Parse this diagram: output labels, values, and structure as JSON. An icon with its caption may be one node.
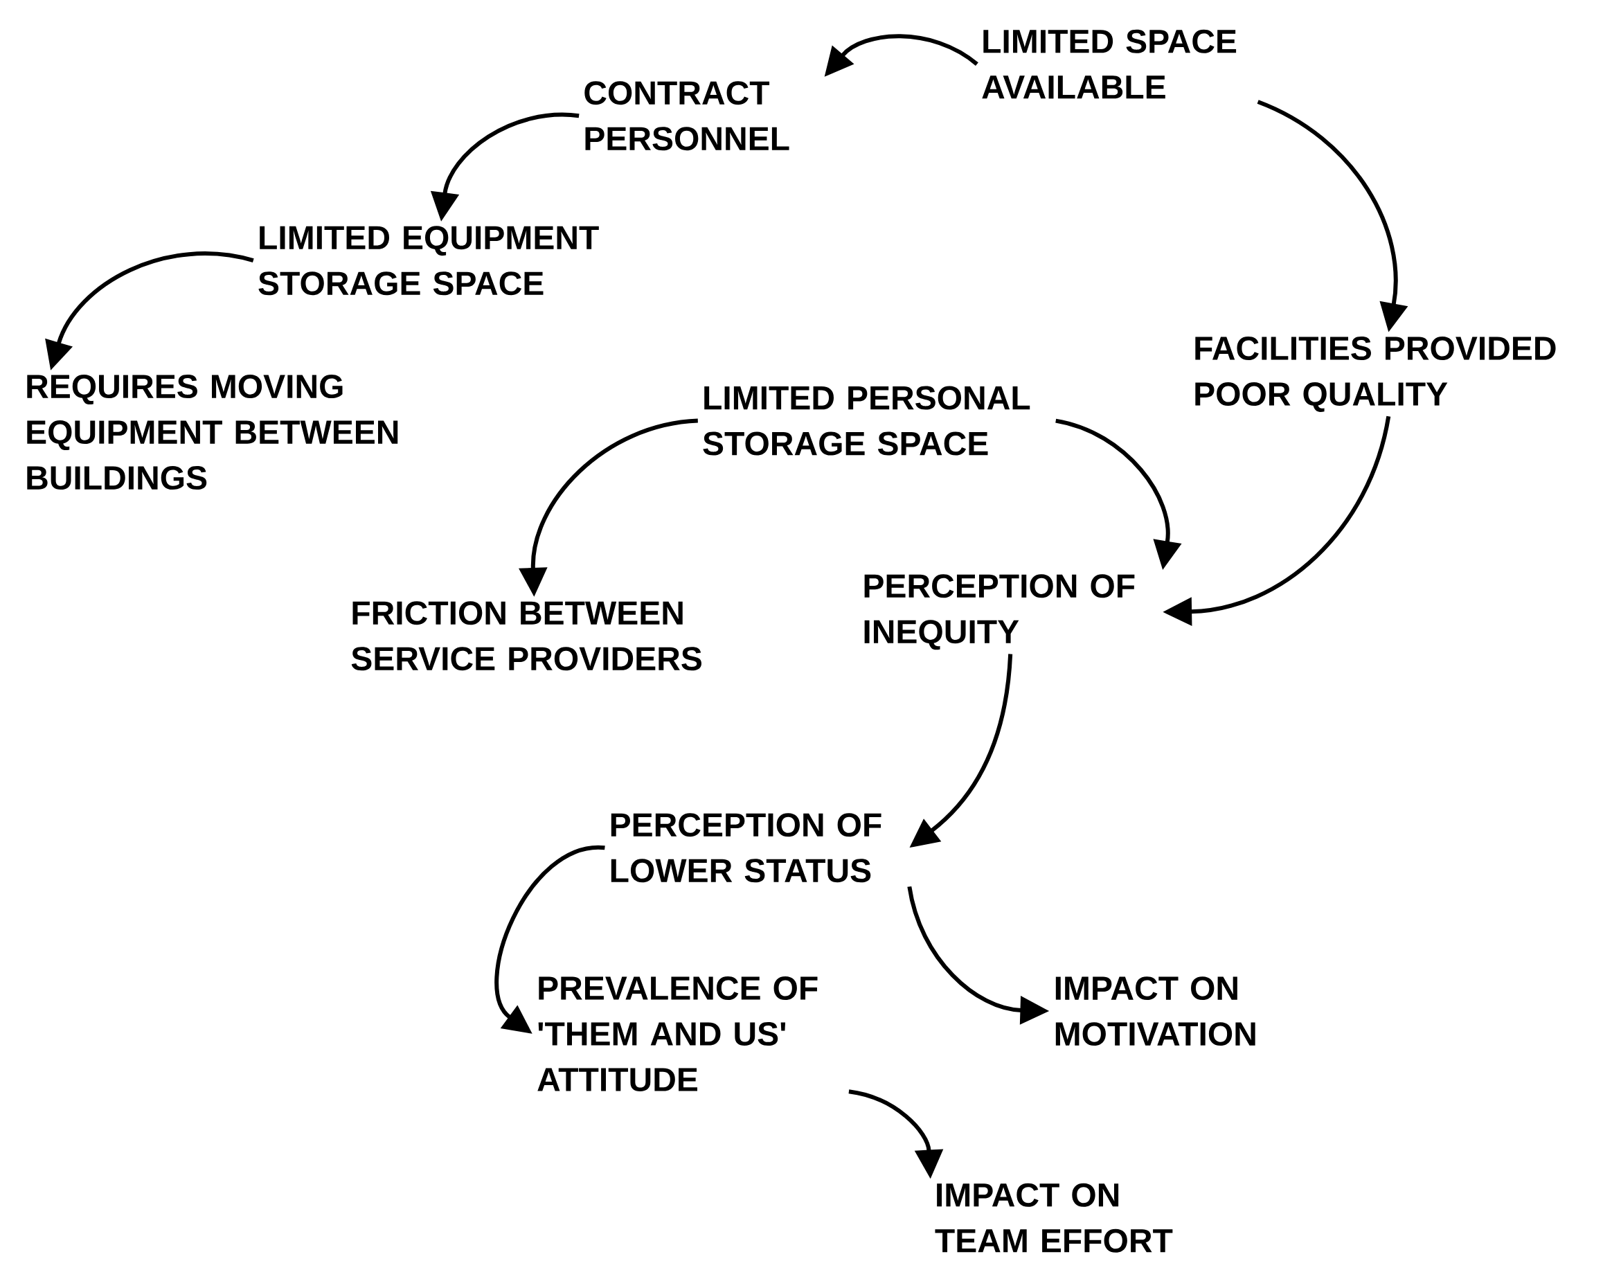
{
  "diagram": {
    "nodes": [
      {
        "text": [
          "LIMITED SPACE AVAILABLE"
        ]
      },
      {
        "text": [
          "CONTRACT PERSONNEL"
        ]
      },
      {
        "text": [
          "LIMITED EQUIPMENT STORAGE SPACE"
        ]
      },
      {
        "text": [
          "REQUIRES MOVING EQUIPMENT BETWEEN BUILDINGS"
        ]
      },
      {
        "text": [
          "FACILITIES PROVIDED POOR QUALITY"
        ]
      },
      {
        "text": [
          "LIMITED PERSONAL STORAGE SPACE"
        ]
      },
      {
        "text": [
          "FRICTION BETWEEN SERVICE PROVIDERS"
        ]
      },
      {
        "text": [
          "PERCEPTION OF INEQUITY"
        ]
      },
      {
        "text": [
          "PERCEPTION OF LOWER STATUS"
        ]
      },
      {
        "text": [
          "PREVALENCE OF 'THEM AND US' ATTITUDE"
        ]
      },
      {
        "text": [
          "IMPACT ON MOTIVATION"
        ]
      },
      {
        "text": [
          "IMPACT ON TEAM EFFORT"
        ]
      }
    ],
    "edges": [
      {
        "from": 0,
        "to": 1,
        "arrow": "to"
      },
      {
        "from": 1,
        "to": 2,
        "arrow": "to"
      },
      {
        "from": 2,
        "to": 3,
        "arrow": "to"
      },
      {
        "from": 0,
        "to": 4,
        "arrow": "to"
      },
      {
        "from": 4,
        "to": 7,
        "arrow": "to"
      },
      {
        "from": 5,
        "to": 6,
        "arrow": "to"
      },
      {
        "from": 5,
        "to": 7,
        "arrow": "to"
      },
      {
        "from": 7,
        "to": 8,
        "arrow": "to"
      },
      {
        "from": 8,
        "to": 9,
        "arrow": "to"
      },
      {
        "from": 8,
        "to": 10,
        "arrow": "to"
      },
      {
        "from": 9,
        "to": 11,
        "arrow": "to"
      }
    ]
  }
}
